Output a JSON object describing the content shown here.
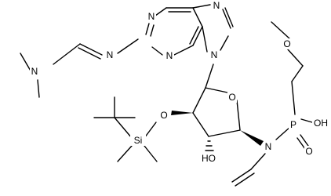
{
  "atom_labels": {
    "purine_n1": "N",
    "purine_n3": "N",
    "purine_n7": "N",
    "purine_n9": "N",
    "imine_n": "N",
    "dimethylamino_n": "N",
    "silyl_ether_o": "O",
    "silicon": "Si",
    "ring_o": "O",
    "hydroxyl": "HO",
    "amide_n": "N",
    "phosphorus": "P",
    "phosphoryl_o": "O",
    "phosphonic_oh": "OH",
    "methoxy_o": "O"
  },
  "colors": {
    "bond": "#000000",
    "label": "#000000",
    "background": "#ffffff"
  }
}
